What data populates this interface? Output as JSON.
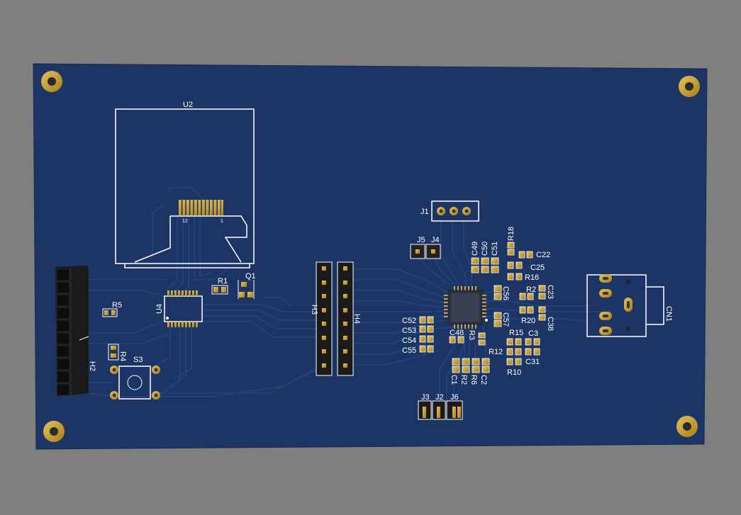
{
  "scene": {
    "background_color": "#7f7f7f",
    "board_color": "#1c3564",
    "trace_color": "#20407a",
    "silk_color": "#ffffff",
    "pad_color": "#c8a02a"
  },
  "labels": {
    "u2": "U2",
    "u2_pin12": "12",
    "u2_pin1": "1",
    "u4": "U4",
    "r1": "R1",
    "q1": "Q1",
    "r5": "R5",
    "r4": "R4",
    "s3": "S3",
    "h2": "H2",
    "h3": "H3",
    "h4": "H4",
    "j1": "J1",
    "j5": "J5",
    "j4": "J4",
    "c49": "C49",
    "c50": "C50",
    "c51": "C51",
    "r18": "R18",
    "c22": "C22",
    "c25": "C25",
    "r16": "R16",
    "c56": "C56",
    "r2": "R2",
    "c23": "C23",
    "r20": "R20",
    "c38": "C38",
    "c52": "C52",
    "c53": "C53",
    "c54": "C54",
    "c55": "C55",
    "c48": "C48",
    "r3": "R3",
    "c57": "C57",
    "r15": "R15",
    "c3": "C3",
    "r12": "R12",
    "c31": "C31",
    "r10": "R10",
    "c1": "C1",
    "r7": "R2",
    "r6": "R6",
    "c2": "C2",
    "j3": "J3",
    "j2": "J2",
    "j6": "J6",
    "cn1": "CN1"
  }
}
